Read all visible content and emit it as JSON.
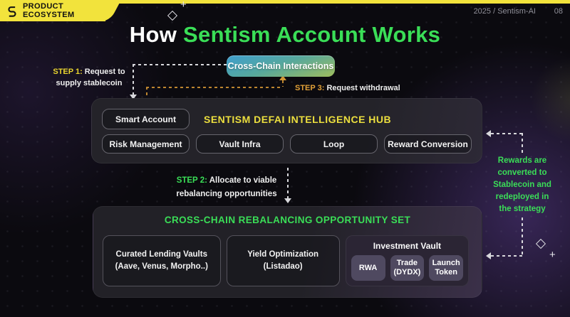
{
  "brand": {
    "logo": "S",
    "label": "PRODUCT ECOSYSTEM"
  },
  "meta": {
    "project": "2025 / Sentism-AI",
    "page": "08"
  },
  "title": {
    "prefix": "How",
    "highlight": "Sentism Account Works"
  },
  "badge": {
    "label": "Cross-Chain Interactions"
  },
  "steps": {
    "step1": {
      "label": "STEP 1:",
      "line1": "Request to",
      "line2": "supply stablecoin"
    },
    "step2": {
      "label": "STEP 2:",
      "line1": "Allocate to viable",
      "line2": "rebalancing opportunities"
    },
    "step3": {
      "label": "STEP 3:",
      "text": "Request withdrawal"
    }
  },
  "hub": {
    "title": "SENTISM DEFAI INTELLIGENCE HUB",
    "smart_account": "Smart Account",
    "modules": [
      "Risk Management",
      "Vault Infra",
      "Loop",
      "Reward Conversion"
    ]
  },
  "rewards_note": {
    "lines": [
      "Rewards are",
      "converted to",
      "Stablecoin and",
      "redeployed in",
      "the strategy"
    ]
  },
  "opportunity_set": {
    "title": "CROSS-CHAIN REBALANCING OPPORTUNITY SET",
    "cards": [
      {
        "line1": "Curated Lending Vaults",
        "line2": "(Aave, Venus, Morpho..)"
      },
      {
        "line1": "Yield Optimization",
        "line2": "(Listadao)"
      }
    ],
    "investment_vault": {
      "title": "Investment Vault",
      "chips": [
        "RWA",
        "Trade (DYDX)",
        "Launch Token"
      ]
    }
  },
  "colors": {
    "accent_green": "#3ade57",
    "accent_yellow": "#f2e33c",
    "step3_orange": "#e2a138",
    "badge_gradient_top": "#3d9ecf",
    "badge_gradient_bottom": "#9fbd5d",
    "background": "#0b0a0f"
  }
}
